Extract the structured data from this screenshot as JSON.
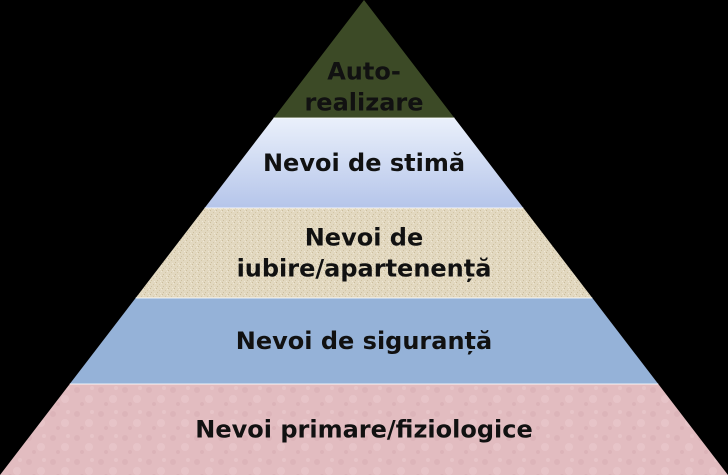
{
  "pyramid": {
    "levels": [
      {
        "lines": [
          "Auto-",
          "realizare"
        ],
        "fill": "#3c4a26",
        "text_color": "#b8c4a8"
      },
      {
        "lines": [
          "Nevoi de stimă"
        ],
        "fill_top": "#e8eefa",
        "fill_bottom": "#b7c7ea",
        "text_color": "#111111"
      },
      {
        "lines": [
          "Nevoi de",
          "iubire/apartenență"
        ],
        "fill": "#e2d8c0",
        "text_color": "#111111"
      },
      {
        "lines": [
          "Nevoi de siguranță"
        ],
        "fill": "#95b2d8",
        "text_color": "#111111"
      },
      {
        "lines": [
          "Nevoi primare/fiziologice"
        ],
        "fill": "#e2bcc0",
        "text_color": "#111111"
      }
    ]
  }
}
